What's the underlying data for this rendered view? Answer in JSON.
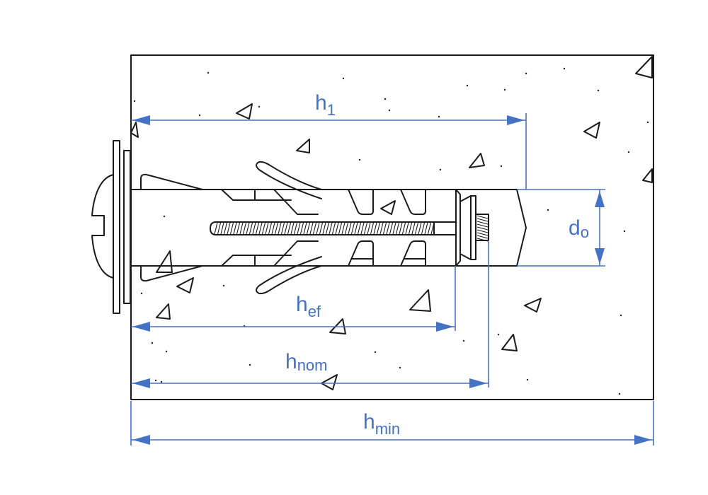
{
  "diagram": {
    "title": "Anchor installation dimensions",
    "colors": {
      "dimension": "#4472c4",
      "outline": "#1a1a1a",
      "background": "#ffffff"
    },
    "labels": {
      "h1": {
        "main": "h",
        "sub": "1"
      },
      "do": {
        "main": "d",
        "sub": "o"
      },
      "hef": {
        "main": "h",
        "sub": "ef"
      },
      "hnom": {
        "main": "h",
        "sub": "nom"
      },
      "hmin": {
        "main": "h",
        "sub": "min"
      }
    },
    "components": [
      "concrete-base",
      "screw-head",
      "washer",
      "anchor-sleeve",
      "threaded-bolt",
      "expansion-cone",
      "drill-hole"
    ]
  }
}
